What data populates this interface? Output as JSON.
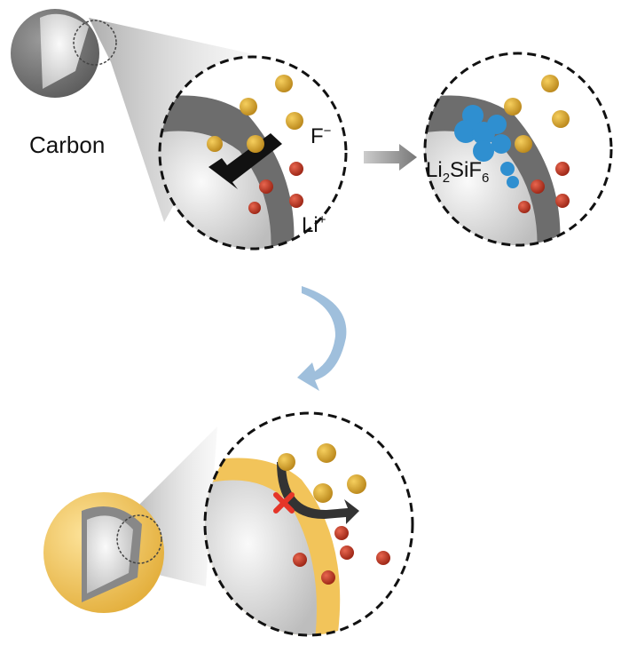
{
  "labels": {
    "carbon": "Carbon",
    "fluoride_base": "F",
    "fluoride_charge": "−",
    "lithium_base": "Li",
    "lithium_charge": "+",
    "product_li": "Li",
    "product_li_sub": "2",
    "product_sif": "SiF",
    "product_f_sub": "6"
  },
  "colors": {
    "carbon_shell": "#7a7a7a",
    "core": "#e6e6e6",
    "fluoride_ion": "#d9a22a",
    "lithium_ion": "#c0392b",
    "li2sif6": "#2f8fd0",
    "coating": "#f2c45a",
    "blocked_mark": "#e53528",
    "cycle_arrow": "#9fbfdc"
  }
}
